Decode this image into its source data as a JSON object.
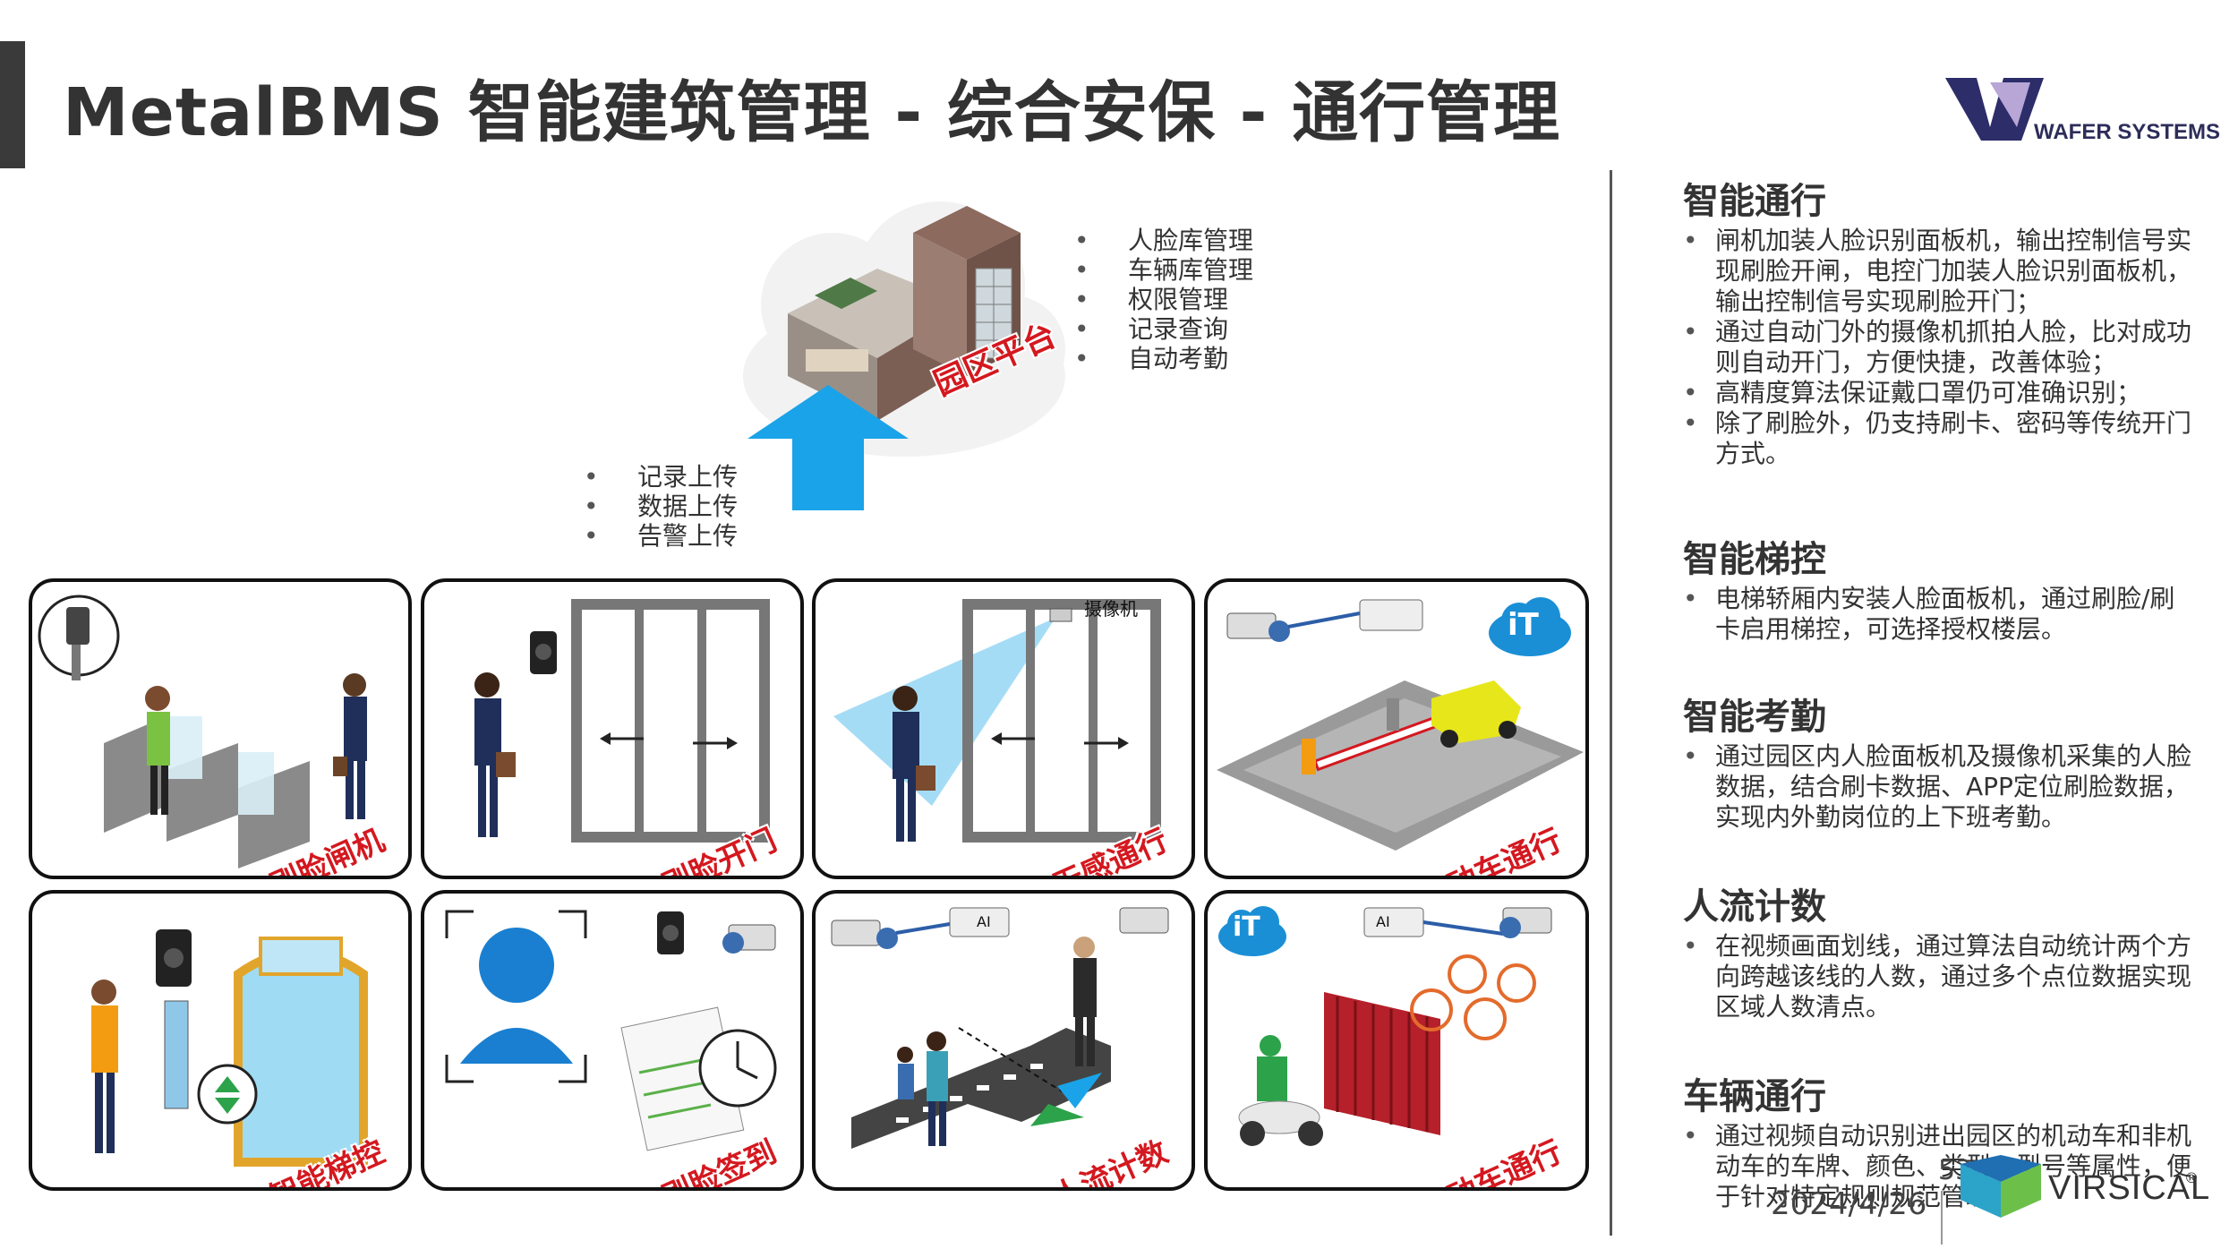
{
  "header": {
    "title": "MetalBMS 智能建筑管理 - 综合安保 - 通行管理",
    "logo_text": "WAFER SYSTEMS"
  },
  "platform": {
    "label": "园区平台",
    "features": [
      "人脸库管理",
      "车辆库管理",
      "权限管理",
      "记录查询",
      "自动考勤"
    ],
    "uploads": [
      "记录上传",
      "数据上传",
      "告警上传"
    ]
  },
  "panels": {
    "face_gate": "刷脸闸机",
    "face_door": "刷脸开门",
    "seamless": "无感通行",
    "camera_label": "摄像机",
    "vehicle": "机动车通行",
    "elevator": "智能梯控",
    "checkin": "刷脸签到",
    "people_count": "人流计数",
    "non_vehicle": "非机动车通行",
    "ai_tag": "AI",
    "iot_tag": "iT"
  },
  "sections": [
    {
      "heading": "智能通行",
      "items": [
        "闸机加装人脸识别面板机，输出控制信号实现刷脸开闸，电控门加装人脸识别面板机，输出控制信号实现刷脸开门；",
        "通过自动门外的摄像机抓拍人脸，比对成功则自动开门，方便快捷，改善体验；",
        "高精度算法保证戴口罩仍可准确识别；",
        "除了刷脸外，仍支持刷卡、密码等传统开门方式。"
      ]
    },
    {
      "heading": "智能梯控",
      "items": [
        "电梯轿厢内安装人脸面板机，通过刷脸/刷卡启用梯控，可选择授权楼层。"
      ]
    },
    {
      "heading": "智能考勤",
      "items": [
        "通过园区内人脸面板机及摄像机采集的人脸数据，结合刷卡数据、APP定位刷脸数据，实现内外勤岗位的上下班考勤。"
      ]
    },
    {
      "heading": "人流计数",
      "items": [
        "在视频画面划线，通过算法自动统计两个方向跨越该线的人数，通过多个点位数据实现区域人数清点。"
      ]
    },
    {
      "heading": "车辆通行",
      "items": [
        "通过视频自动识别进出园区的机动车和非机动车的车牌、颜色、类型、型号等属性，便于针对特定规则规范管理。"
      ]
    }
  ],
  "footer": {
    "page": "53",
    "date": "2024/4/26",
    "brand": "VIRSICAL",
    "brand_mark": "®"
  },
  "colors": {
    "accent_red": "#d4181f",
    "arrow_blue": "#1aa3e8",
    "title_gray": "#333333"
  }
}
